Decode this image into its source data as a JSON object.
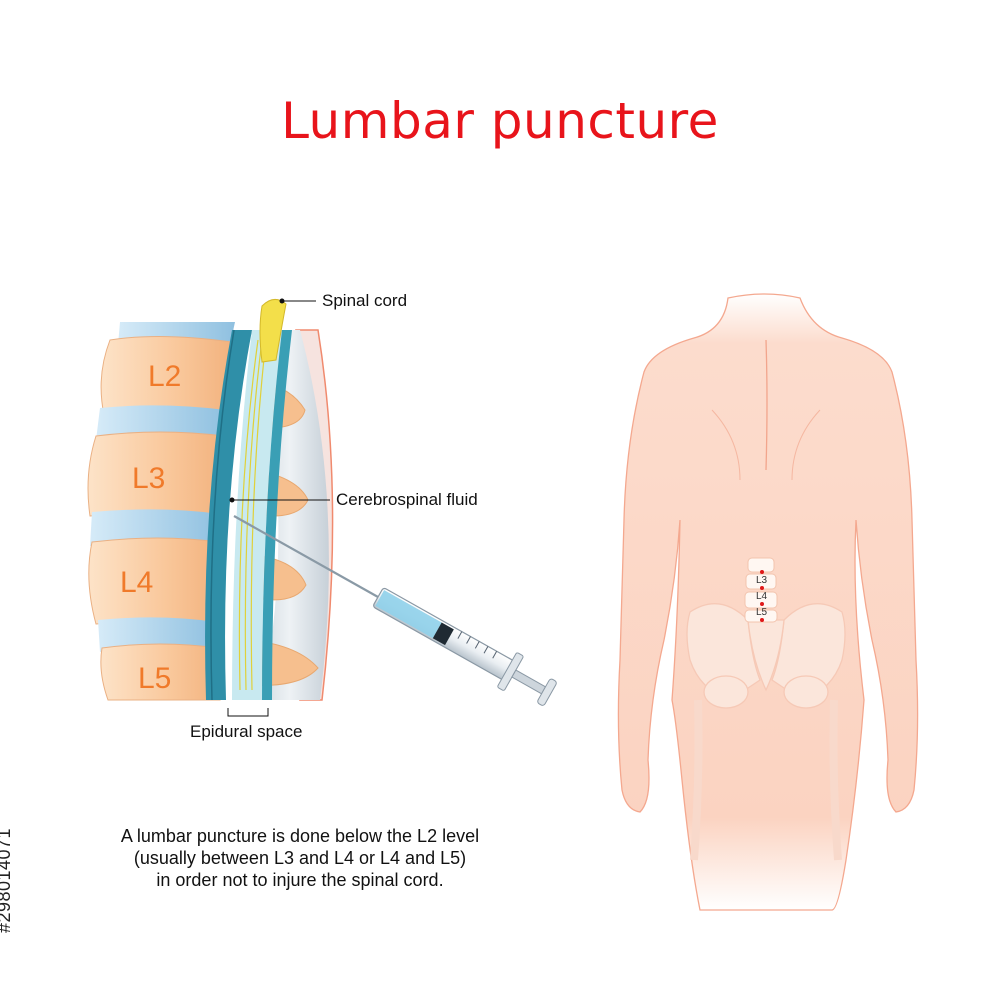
{
  "title": "Lumbar puncture",
  "labels": {
    "spinal_cord": "Spinal cord",
    "csf": "Cerebrospinal fluid",
    "epidural_space": "Epidural space"
  },
  "vertebrae": [
    "L2",
    "L3",
    "L4",
    "L5"
  ],
  "back_markers": [
    "L3",
    "L4",
    "L5"
  ],
  "caption": [
    "A lumbar puncture is done below the L2 level",
    "(usually between L3 and L4 or L4 and L5)",
    "in order not to injure the spinal cord."
  ],
  "stock_id": "#298014071",
  "colors": {
    "title": "#e8141b",
    "vertebra": "#f9c79a",
    "disc": "#b3d6ef",
    "canal": "#3a9fb5",
    "skin": "#fbd5c4",
    "skin_outline": "#f08a6e"
  }
}
